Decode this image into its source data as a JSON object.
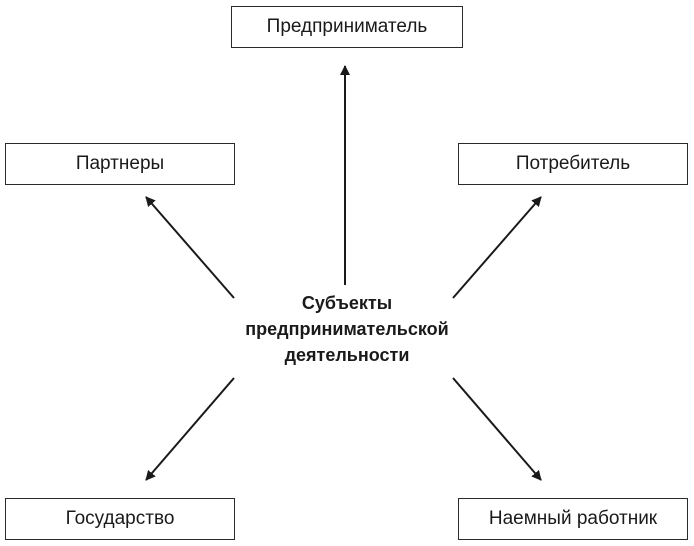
{
  "diagram": {
    "center": {
      "lines": [
        "Субъекты",
        "предпринимательской",
        "деятельности"
      ]
    },
    "nodes": {
      "top": "Предприниматель",
      "left": "Партнеры",
      "right": "Потребитель",
      "bottom_left": "Государство",
      "bottom_right": "Наемный работник"
    }
  }
}
